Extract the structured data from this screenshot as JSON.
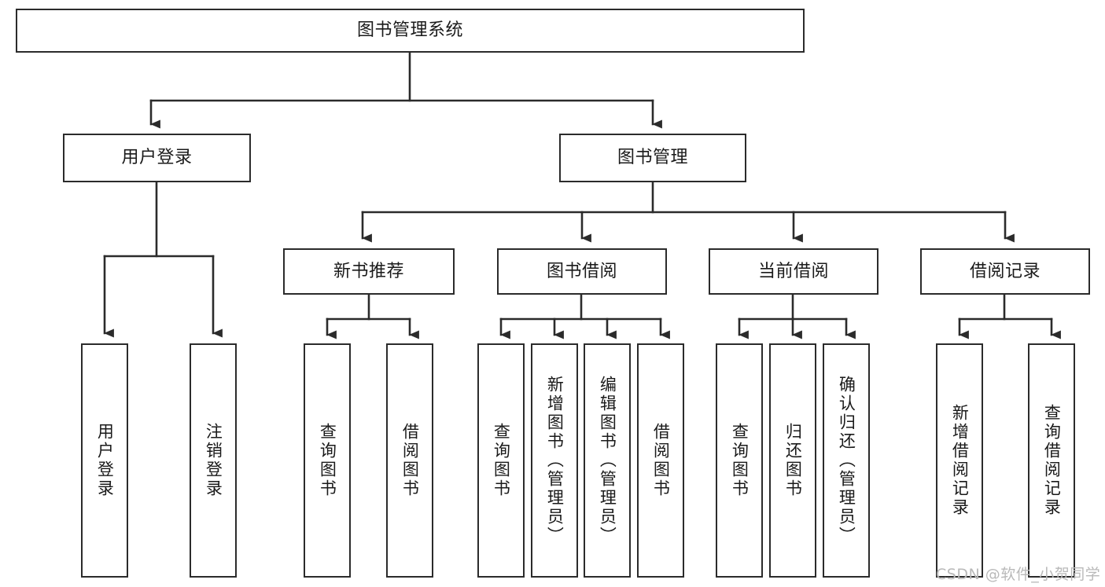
{
  "diagram": {
    "title": "图书管理系统",
    "type": "tree-hierarchy-diagram",
    "colors": {
      "stroke": "#2b2b2b",
      "fill": "#ffffff",
      "text": "#1a1a1a",
      "watermark": "#b9b9b9"
    },
    "nodes": {
      "root": {
        "label": "图书管理系统"
      },
      "level2": [
        {
          "id": "user-login",
          "label": "用户登录"
        },
        {
          "id": "book-management",
          "label": "图书管理"
        }
      ],
      "level3": [
        {
          "id": "new-book-recommend",
          "label": "新书推荐"
        },
        {
          "id": "book-borrow",
          "label": "图书借阅"
        },
        {
          "id": "current-borrow",
          "label": "当前借阅"
        },
        {
          "id": "borrow-record",
          "label": "借阅记录"
        }
      ],
      "leaves": {
        "user-login": [
          {
            "id": "leaf-user-login",
            "label": "用户登录"
          },
          {
            "id": "leaf-logout-login",
            "label": "注销登录"
          }
        ],
        "new-book-recommend": [
          {
            "id": "leaf-query-book-1",
            "label": "查询图书"
          },
          {
            "id": "leaf-borrow-book-1",
            "label": "借阅图书"
          }
        ],
        "book-borrow": [
          {
            "id": "leaf-query-book-2",
            "label": "查询图书"
          },
          {
            "id": "leaf-add-book",
            "label": "新增图书（管理员）"
          },
          {
            "id": "leaf-edit-book",
            "label": "编辑图书（管理员）"
          },
          {
            "id": "leaf-borrow-book-2",
            "label": "借阅图书"
          }
        ],
        "current-borrow": [
          {
            "id": "leaf-query-book-3",
            "label": "查询图书"
          },
          {
            "id": "leaf-return-book",
            "label": "归还图书"
          },
          {
            "id": "leaf-confirm-return",
            "label": "确认归还（管理员）"
          }
        ],
        "borrow-record": [
          {
            "id": "leaf-add-record",
            "label": "新增借阅记录"
          },
          {
            "id": "leaf-query-record",
            "label": "查询借阅记录"
          }
        ]
      }
    }
  },
  "watermark": {
    "text": "CSDN @软件_小贺同学"
  }
}
